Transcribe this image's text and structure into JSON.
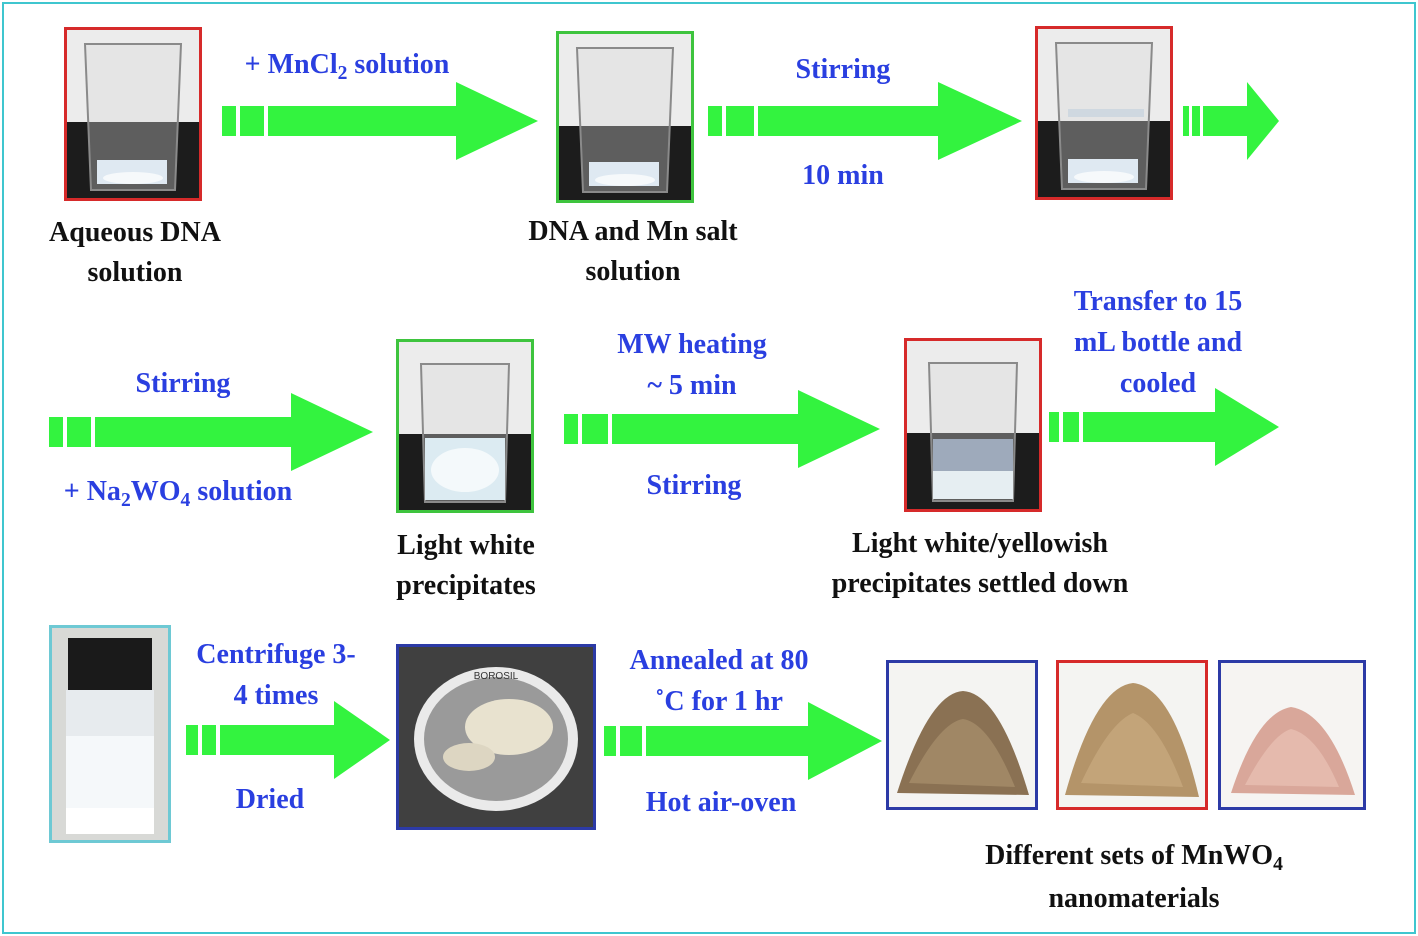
{
  "colors": {
    "arrow": "#33f33f",
    "label_blue": "#2a3fe0",
    "border_red": "#d62a2a",
    "border_green": "#3ec43e",
    "border_navy": "#2c3aa6",
    "border_cyan": "#6ec9d4",
    "frame": "#3fc6cf"
  },
  "row1": {
    "photo1_caption": [
      "Aqueous DNA",
      "solution"
    ],
    "step1": {
      "prefix": "+  MnCl",
      "sub": "2",
      "suffix": " solution"
    },
    "photo2_caption": [
      "DNA and Mn salt",
      "solution"
    ],
    "step2_top": "Stirring",
    "step2_bottom": "10 min"
  },
  "row2": {
    "step1_top": "Stirring",
    "step1_bottom": {
      "prefix": "+ Na",
      "sub1": "2",
      "mid": "WO",
      "sub2": "4",
      "suffix": " solution"
    },
    "photo1_caption": [
      "Light white",
      "precipitates"
    ],
    "step2_top": [
      "MW heating",
      "~ 5 min"
    ],
    "step2_bottom": "Stirring",
    "photo2_caption": [
      "Light white/yellowish",
      "precipitates settled down"
    ],
    "step3_top": [
      "Transfer to 15",
      "mL bottle and",
      "cooled"
    ]
  },
  "row3": {
    "step1_top": [
      "Centrifuge 3-",
      "4 times"
    ],
    "step1_bottom": "Dried",
    "dish_text": "BOROSIL",
    "step2_top": [
      "Annealed at 80",
      "˚C for 1 hr"
    ],
    "step2_bottom": "Hot air-oven",
    "final_caption_line1": {
      "prefix": "Different sets of MnWO",
      "sub": "4"
    },
    "final_caption_line2": "nanomaterials"
  }
}
